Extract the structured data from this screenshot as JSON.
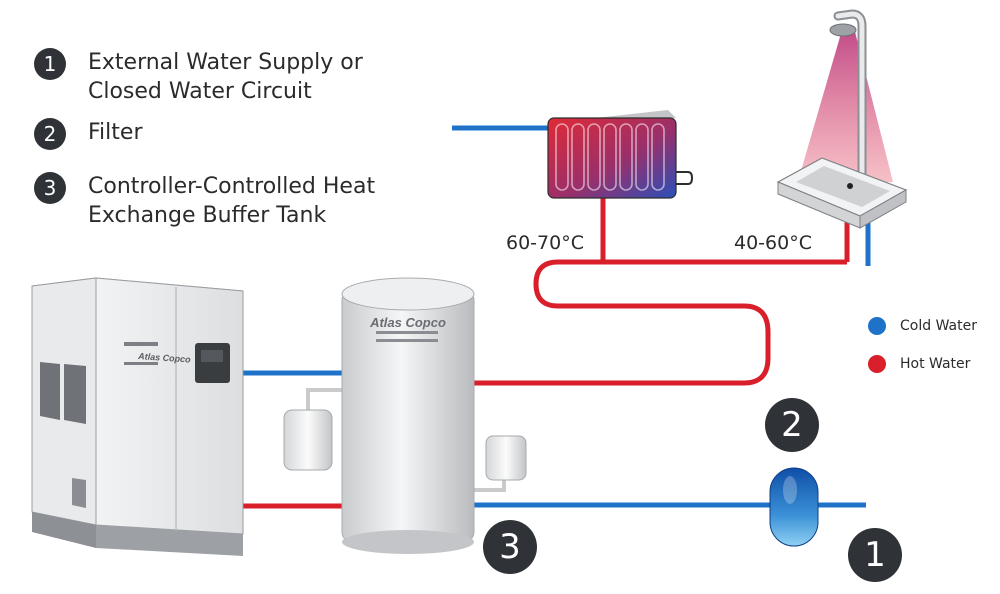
{
  "legend": {
    "items": [
      {
        "number": "1",
        "text": "External Water Supply or\nClosed Water Circuit"
      },
      {
        "number": "2",
        "text": "Filter"
      },
      {
        "number": "3",
        "text": "Controller-Controlled Heat\nExchange Buffer Tank"
      }
    ]
  },
  "temperatures": {
    "radiator": "60-70°C",
    "shower": "40-60°C"
  },
  "color_key": {
    "cold": {
      "label": "Cold Water",
      "color": "#1e73c8"
    },
    "hot": {
      "label": "Hot Water",
      "color": "#d81f2a"
    }
  },
  "markers": {
    "tank": "3",
    "filter": "2",
    "supply": "1"
  },
  "brand": {
    "compressor_logo": "Atlas Copco",
    "tank_logo": "Atlas Copco"
  },
  "icons": [
    "compressor-icon",
    "buffer-tank-icon",
    "expansion-vessel-icon",
    "filter-icon",
    "radiator-icon",
    "shower-icon"
  ]
}
